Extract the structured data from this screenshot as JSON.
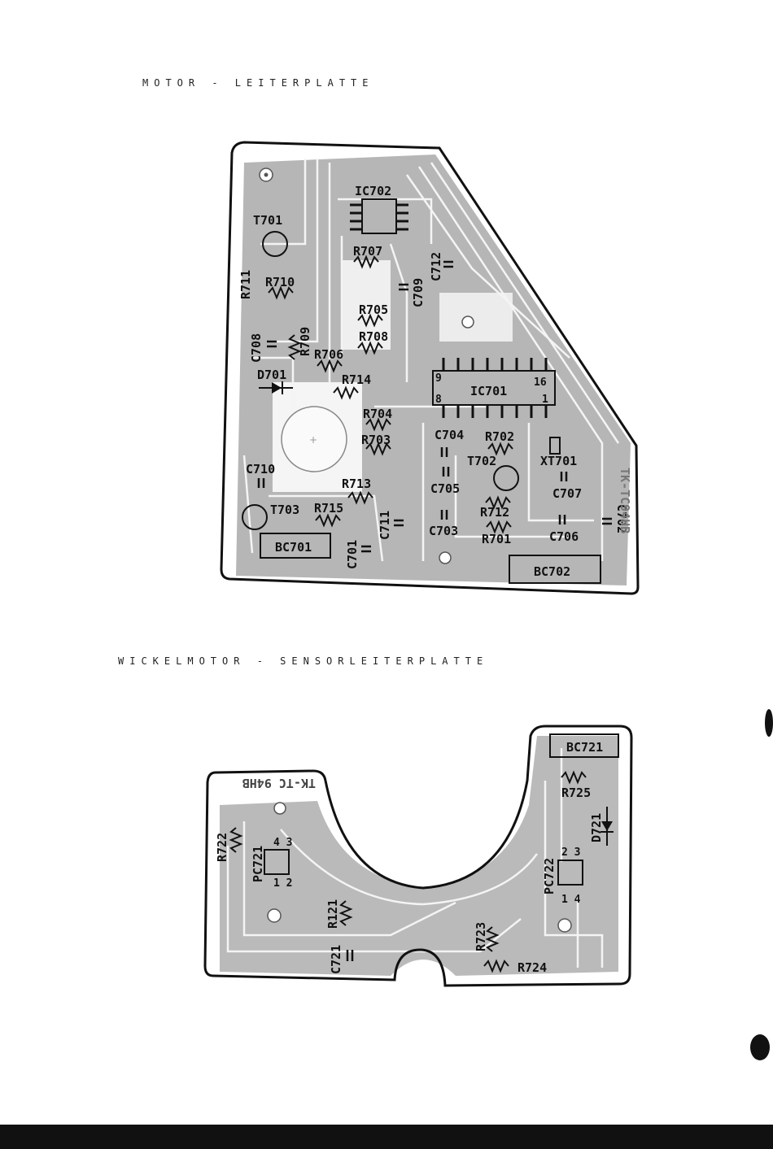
{
  "headings": {
    "motor_board": "MOTOR - LEITERPLATTE",
    "winding_board": "WICKELMOTOR - SENSORLEITERPLATTE"
  },
  "motor_board": {
    "board_id": "TK-TC94HB",
    "components": {
      "ic702": "IC702",
      "ic701": "IC701",
      "ic701_pin9": "9",
      "ic701_pin8": "8",
      "ic701_pin16": "16",
      "ic701_pin1": "1",
      "t701": "T701",
      "t702": "T702",
      "t703": "T703",
      "d701": "D701",
      "xt701": "XT701",
      "r701": "R701",
      "r702": "R702",
      "r703": "R703",
      "r704": "R704",
      "r705": "R705",
      "r706": "R706",
      "r707": "R707",
      "r708": "R708",
      "r709": "R709",
      "r710": "R710",
      "r711": "R711",
      "r712": "R712",
      "r713": "R713",
      "r714": "R714",
      "r715": "R715",
      "c701": "C701",
      "c702": "C702",
      "c703": "C703",
      "c704": "C704",
      "c705": "C705",
      "c706": "C706",
      "c707": "C707",
      "c708": "C708",
      "c709": "C709",
      "c710": "C710",
      "c711": "C711",
      "c712": "C712",
      "bc701": "BC701",
      "bc702": "BC702"
    }
  },
  "winding_board": {
    "board_id": "TK-TC 94HB",
    "components": {
      "bc721": "BC721",
      "r721": "R121",
      "r722": "R722",
      "r723": "R723",
      "r724": "R724",
      "r725": "R725",
      "d721": "D721",
      "pc721": "PC721",
      "pc722": "PC722",
      "c721": "C721",
      "pc721_pins_top": "4 3",
      "pc721_pins_bottom": "1 2",
      "pc722_pins_top": "2 3",
      "pc722_pins_bottom": "1 4"
    }
  },
  "colors": {
    "ink": "#111111",
    "copper": "#a9a9a9",
    "paper": "#ffffff"
  }
}
